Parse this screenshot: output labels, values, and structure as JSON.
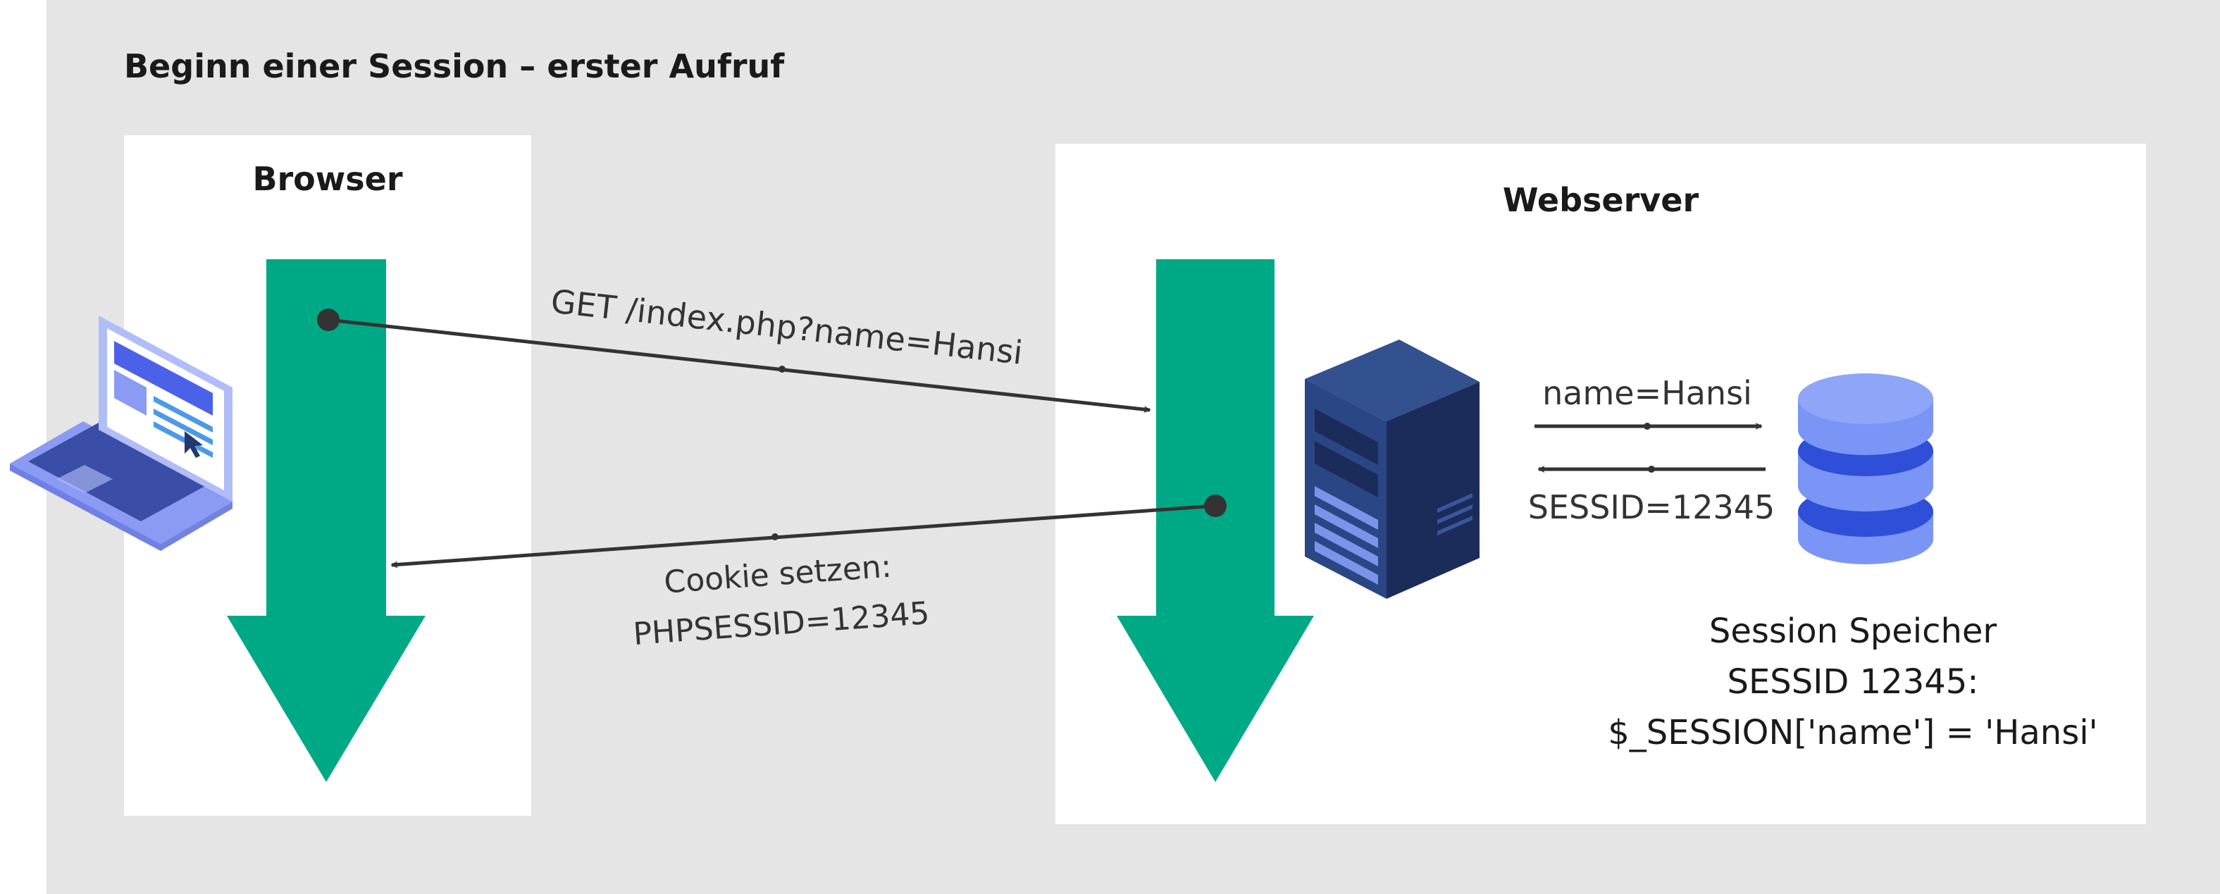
{
  "title": "Beginn einer Session – erster Aufruf",
  "browser": {
    "heading": "Browser"
  },
  "webserver": {
    "heading": "Webserver"
  },
  "request": {
    "label": "GET /index.php?name=Hansi"
  },
  "response": {
    "line1": "Cookie setzen:",
    "line2": "PHPSESSID=12345"
  },
  "store_flow": {
    "to_store": "name=Hansi",
    "from_store": "SESSID=12345"
  },
  "session_store": {
    "line1": "Session Speicher",
    "line2": "SESSID 12345:",
    "line3": "$_SESSION['name'] = 'Hansi'"
  },
  "icons": {
    "client": "laptop-icon",
    "server": "server-rack-icon",
    "storage": "database-icon"
  },
  "colors": {
    "background": "#e5e5e5",
    "panel": "#ffffff",
    "timeline": "#00a986",
    "arrow": "#333333",
    "laptop": "#8b9bf3",
    "server": "#23386e",
    "database": "#7a95f5"
  }
}
